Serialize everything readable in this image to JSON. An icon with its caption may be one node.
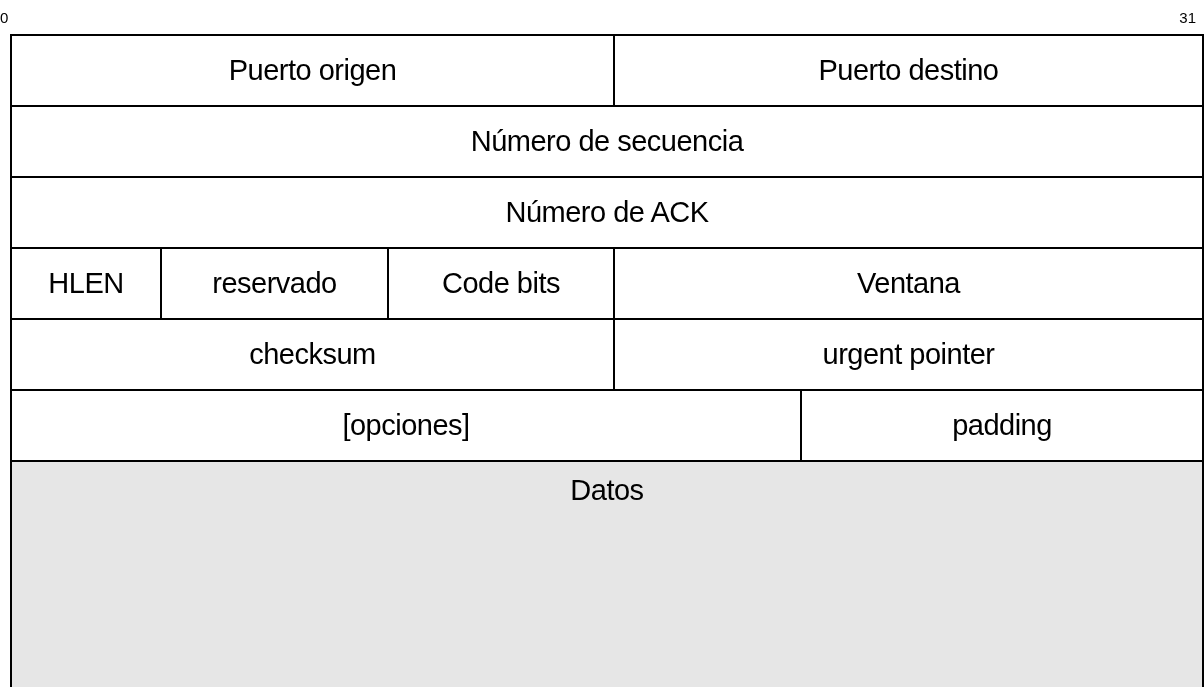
{
  "diagram": {
    "nodes": [
      {
        "text": [
          "Puerto origen"
        ]
      },
      {
        "text": [
          "Puerto destino"
        ]
      },
      {
        "text": [
          "Número de secuencia"
        ]
      },
      {
        "text": [
          "Número de ACK"
        ]
      },
      {
        "text": [
          "HLEN"
        ]
      },
      {
        "text": [
          "reservado"
        ]
      },
      {
        "text": [
          "Code bits"
        ]
      },
      {
        "text": [
          "Ventana"
        ]
      },
      {
        "text": [
          "checksum"
        ]
      },
      {
        "text": [
          "urgent pointer"
        ]
      },
      {
        "text": [
          "[opciones]"
        ]
      },
      {
        "text": [
          "padding"
        ]
      },
      {
        "text": [
          "Datos"
        ]
      }
    ],
    "labels": [
      "0",
      "31"
    ]
  }
}
